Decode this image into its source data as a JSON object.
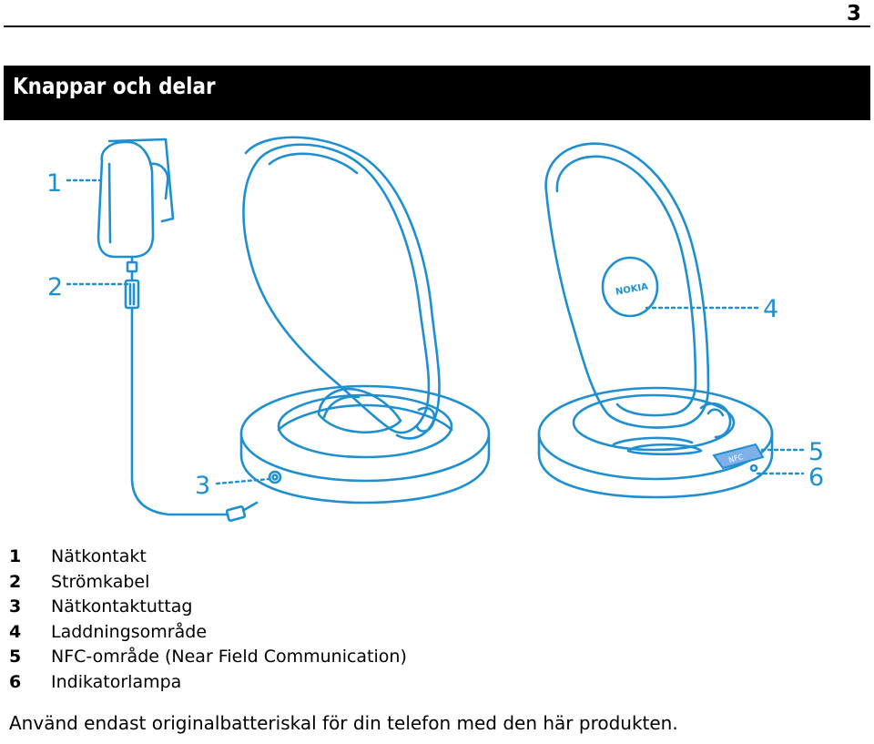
{
  "page_number": "3",
  "section_title": "Knappar och delar",
  "callouts": {
    "c1": "1",
    "c2": "2",
    "c3": "3",
    "c4": "4",
    "c5": "5",
    "c6": "6",
    "logo": "NOKIA",
    "nfc": "NFC"
  },
  "parts": [
    {
      "number": "1",
      "label": "Nätkontakt"
    },
    {
      "number": "2",
      "label": "Strömkabel"
    },
    {
      "number": "3",
      "label": "Nätkontaktuttag"
    },
    {
      "number": "4",
      "label": "Laddningsområde"
    },
    {
      "number": "5",
      "label": "NFC-område (Near Field Communication)"
    },
    {
      "number": "6",
      "label": "Indikatorlampa"
    }
  ],
  "note": "Använd endast originalbatteriskal för din telefon med den här produkten.",
  "colors": {
    "line": "#1e8fd0",
    "nfc_patch": "#7fb0e8",
    "title_bar": "#000000"
  }
}
